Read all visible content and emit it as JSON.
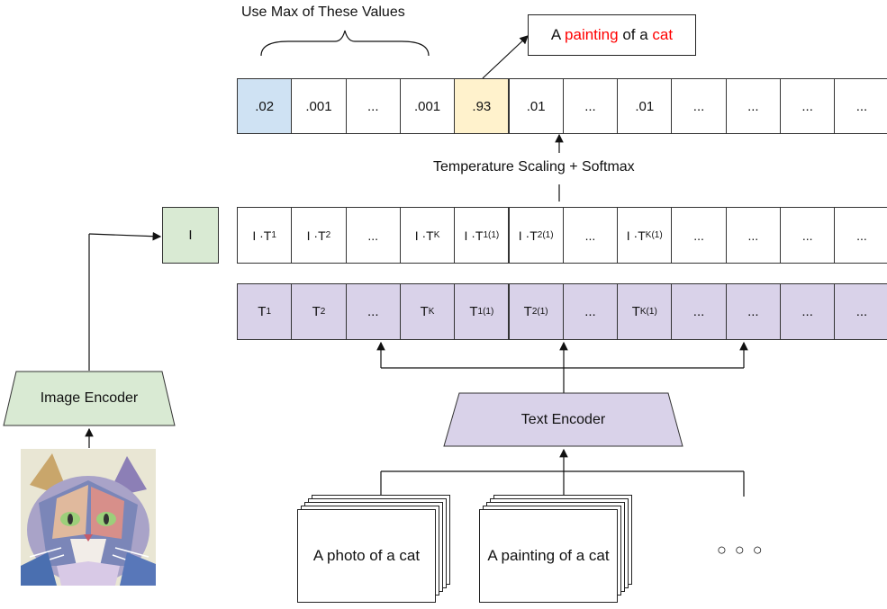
{
  "top_label": "Use Max of These Values",
  "caption_prefix": "A ",
  "caption_highlight_1": "painting",
  "caption_middle": " of a ",
  "caption_highlight_2": "cat",
  "prob_row": [
    ".02",
    ".001",
    "...",
    ".001",
    ".93",
    ".01",
    "...",
    ".01",
    "...",
    "...",
    "...",
    "..."
  ],
  "softmax_label": "Temperature Scaling + Softmax",
  "image_embedding_label": "I",
  "dot_row": [
    {
      "base": "I ·T",
      "sub": "1",
      "sup": ""
    },
    {
      "base": "I ·T",
      "sub": "2",
      "sup": ""
    },
    {
      "base": "...",
      "sub": "",
      "sup": ""
    },
    {
      "base": "I ·T",
      "sub": "K",
      "sup": ""
    },
    {
      "base": "I ·T",
      "sub": "1",
      "sup": "(1)"
    },
    {
      "base": "I ·T",
      "sub": "2",
      "sup": "(1)"
    },
    {
      "base": "...",
      "sub": "",
      "sup": ""
    },
    {
      "base": "I ·T",
      "sub": "K",
      "sup": "(1)"
    },
    {
      "base": "...",
      "sub": "",
      "sup": ""
    },
    {
      "base": "...",
      "sub": "",
      "sup": ""
    },
    {
      "base": "...",
      "sub": "",
      "sup": ""
    },
    {
      "base": "...",
      "sub": "",
      "sup": ""
    }
  ],
  "text_row": [
    {
      "base": "T",
      "sub": "1",
      "sup": ""
    },
    {
      "base": "T",
      "sub": "2",
      "sup": ""
    },
    {
      "base": "...",
      "sub": "",
      "sup": ""
    },
    {
      "base": "T",
      "sub": "K",
      "sup": ""
    },
    {
      "base": "T",
      "sub": "1",
      "sup": "(1)"
    },
    {
      "base": "T",
      "sub": "2",
      "sup": "(1)"
    },
    {
      "base": "...",
      "sub": "",
      "sup": ""
    },
    {
      "base": "T",
      "sub": "K",
      "sup": "(1)"
    },
    {
      "base": "...",
      "sub": "",
      "sup": ""
    },
    {
      "base": "...",
      "sub": "",
      "sup": ""
    },
    {
      "base": "...",
      "sub": "",
      "sup": ""
    },
    {
      "base": "...",
      "sub": "",
      "sup": ""
    }
  ],
  "text_encoder_label": "Text Encoder",
  "image_encoder_label": "Image Encoder",
  "card_1_text": "A photo of a cat",
  "card_2_text": "A painting of a cat",
  "ellipsis_circles": "○ ○ ○",
  "colors": {
    "blue_cell": "#cfe2f3",
    "yellow_cell": "#fff2cc",
    "purple": "#d9d2e9",
    "green": "#d9ead3",
    "highlight_red": "#ff0000"
  },
  "image_description_icon": "cat-painting-image"
}
